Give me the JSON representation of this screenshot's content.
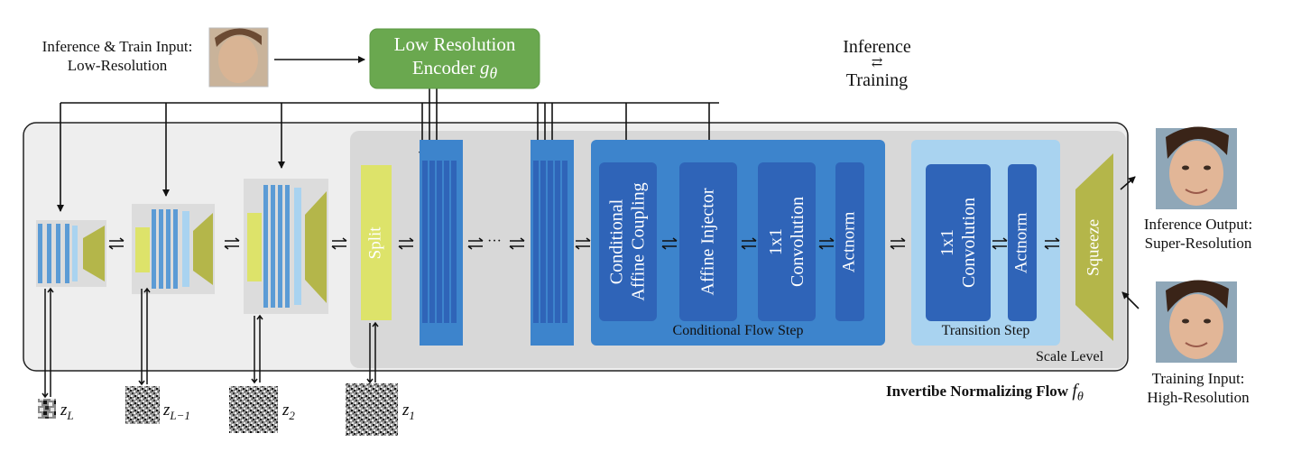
{
  "labels": {
    "lr_input_line1": "Inference & Train Input:",
    "lr_input_line2": "Low-Resolution",
    "encoder_line1": "Low Resolution",
    "encoder_line2_prefix": "Encoder ",
    "encoder_symbol": "g",
    "encoder_subscript": "θ",
    "mode_top": "Inference",
    "mode_arrows": "⇄",
    "mode_bottom": "Training",
    "split": "Split",
    "ellipsis": "···",
    "cond_affine_line1": "Conditional",
    "cond_affine_line2": "Affine Coupling",
    "affine_injector": "Affine Injector",
    "conv1x1_line1": "1x1",
    "conv1x1_line2": "Convolution",
    "actnorm": "Actnorm",
    "conditional_flow_step": "Conditional Flow Step",
    "transition_conv_line1": "1x1",
    "transition_conv_line2": "Convolution",
    "transition_actnorm": "Actnorm",
    "transition_step": "Transition Step",
    "squeeze": "Squeeze",
    "scale_level": "Scale Level",
    "flow_title": "Invertibe Normalizing Flow ",
    "flow_symbol": "f",
    "flow_subscript": "θ",
    "out_line1": "Inference Output:",
    "out_line2": "Super-Resolution",
    "hr_line1": "Training Input:",
    "hr_line2": "High-Resolution"
  },
  "latents": [
    {
      "symbol": "z",
      "sub": "L"
    },
    {
      "symbol": "z",
      "sub": "L−1"
    },
    {
      "symbol": "z",
      "sub": "2"
    },
    {
      "symbol": "z",
      "sub": "1"
    }
  ],
  "colors": {
    "encoder_green": "#6aa84f",
    "flow_blue": "#3d84cc",
    "dark_block": "#2f64b8",
    "light_blue": "#a9d3f0",
    "split_yellow": "#dde36a",
    "squeeze_olive": "#b4b64a",
    "outer_gray": "#ececec",
    "inner_gray": "#d9d9d9"
  }
}
